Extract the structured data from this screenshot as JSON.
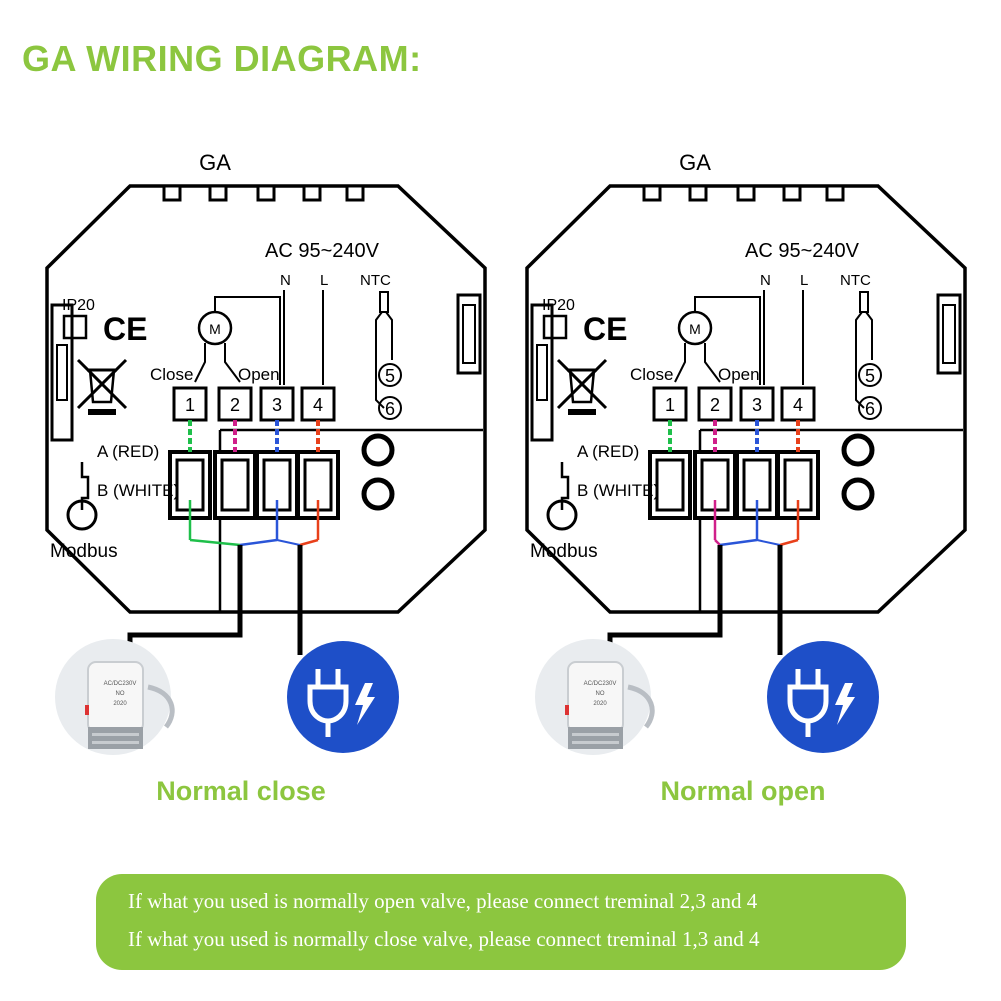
{
  "title": "GA WIRING DIAGRAM:",
  "units": [
    {
      "model": "GA",
      "power_label": "AC 95~240V",
      "n_label": "N",
      "l_label": "L",
      "ntc_label": "NTC",
      "ip_label": "IP20",
      "ce_label": "CE",
      "close_label": "Close",
      "open_label": "Open",
      "terminals": [
        "1",
        "2",
        "3",
        "4"
      ],
      "ntc_terminals": [
        "5",
        "6"
      ],
      "a_label": "A (RED)",
      "b_label": "B (WHITE)",
      "modbus_label": "Modbus",
      "actuator_label": "Normal close",
      "wired_terminals": [
        "1",
        "3",
        "4"
      ]
    },
    {
      "model": "GA",
      "power_label": "AC 95~240V",
      "n_label": "N",
      "l_label": "L",
      "ntc_label": "NTC",
      "ip_label": "IP20",
      "ce_label": "CE",
      "close_label": "Close",
      "open_label": "Open",
      "terminals": [
        "1",
        "2",
        "3",
        "4"
      ],
      "ntc_terminals": [
        "5",
        "6"
      ],
      "a_label": "A (RED)",
      "b_label": "B (WHITE)",
      "modbus_label": "Modbus",
      "actuator_label": "Normal open",
      "wired_terminals": [
        "2",
        "3",
        "4"
      ]
    }
  ],
  "actuator_text": [
    "AC/DC230V",
    "NO",
    "2020"
  ],
  "note": {
    "line1": "If what you used is normally open valve, please connect treminal 2,3 and 4",
    "line2": "If what you used is normally close valve, please connect treminal 1,3 and 4"
  },
  "colors": {
    "accent_green": "#8cc63f",
    "wire_green": "#1fbf4a",
    "wire_pink": "#d0208a",
    "wire_blue": "#2a55d8",
    "wire_red": "#e8401a",
    "power_icon_blue": "#1e4fc8"
  },
  "icons": [
    "power-plug-icon",
    "weee-bin-icon",
    "ce-mark-icon",
    "valve-motor-icon",
    "ntc-sensor-icon"
  ]
}
